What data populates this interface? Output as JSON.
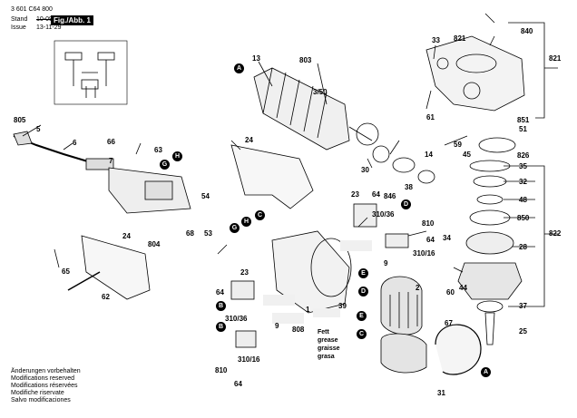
{
  "header": {
    "doc_number": "3 601 C64 800",
    "stand_label": "Stand",
    "stand_date": "10-09-23",
    "issue_label": "Issue",
    "issue_date": "13-11-29",
    "fig_label": "Fig./Abb. 1"
  },
  "labels": {
    "l13": "13",
    "l803": "803",
    "l3_50": "3/50",
    "l33": "33",
    "l840": "840",
    "l821a": "821",
    "l821b": "821",
    "l805": "805",
    "l5": "5",
    "l6": "6",
    "l66": "66",
    "l63": "63",
    "l7": "7",
    "l24a": "24",
    "l61": "61",
    "l851": "851",
    "l51": "51",
    "l59": "59",
    "l45": "45",
    "l826": "826",
    "l14": "14",
    "l30": "30",
    "l846": "846",
    "l38": "38",
    "l35": "35",
    "l32": "32",
    "l48": "48",
    "l850": "850",
    "l822": "822",
    "l34": "34",
    "l28": "28",
    "l54": "54",
    "l23a": "23",
    "l64a": "64",
    "l310_36a": "310/36",
    "l810a": "810",
    "l64b": "64",
    "l310_16a": "310/16",
    "l68": "68",
    "l53": "53",
    "l804": "804",
    "l24b": "24",
    "l9a": "9",
    "l65": "65",
    "l62": "62",
    "l23b": "23",
    "l64c": "64",
    "l1": "1",
    "l2": "2",
    "l39": "39",
    "l44": "44",
    "l60": "60",
    "l37": "37",
    "l310_36b": "310/36",
    "l9b": "9",
    "l808": "808",
    "l67": "67",
    "l25": "25",
    "l810b": "810",
    "l310_16b": "310/16",
    "l64d": "64",
    "l31": "31"
  },
  "grease_note": [
    "Fett",
    "grease",
    "graisse",
    "grasa"
  ],
  "markers": {
    "A": "A",
    "B": "B",
    "C": "C",
    "D": "D",
    "E": "E",
    "G": "G",
    "H": "H"
  },
  "footer": [
    "Änderungen vorbehalten",
    "Modifications reserved",
    "Modifications réservées",
    "Modifiche riservate",
    "Salvo modificaciones"
  ]
}
